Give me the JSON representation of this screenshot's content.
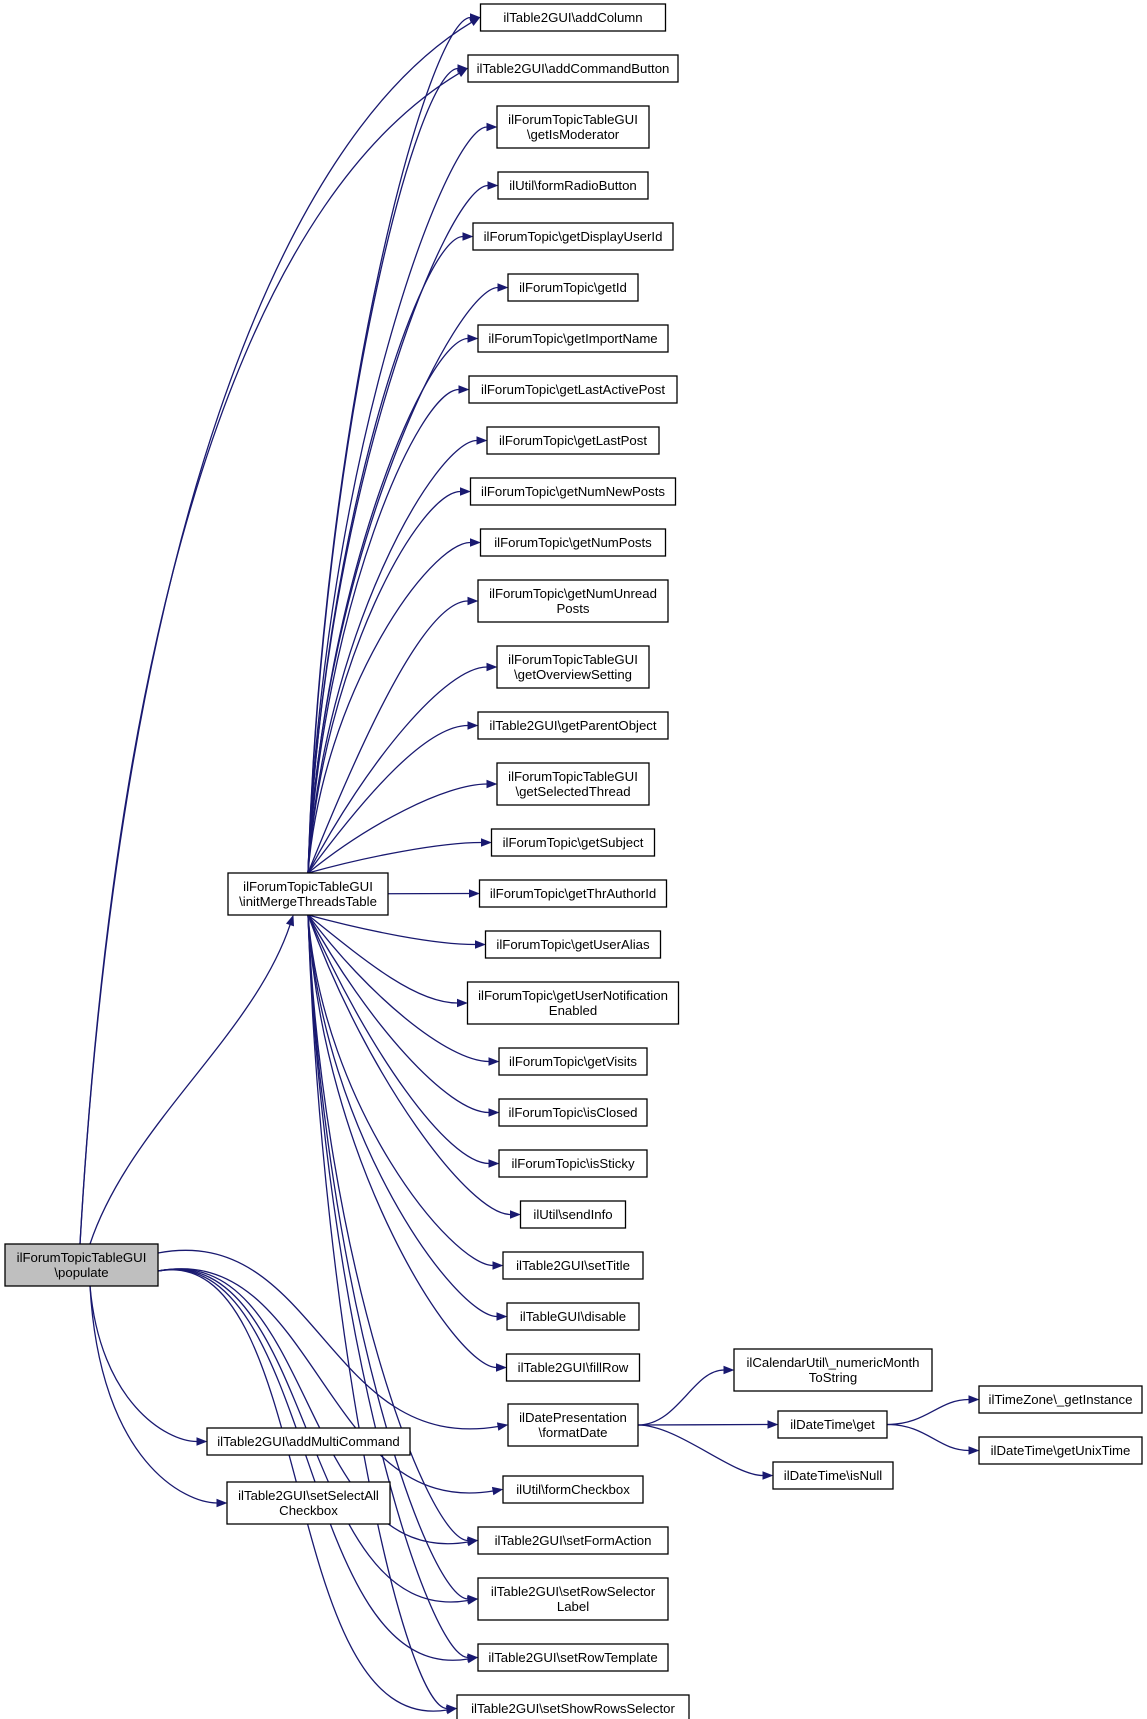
{
  "nodes": [
    {
      "id": "populate",
      "lines": [
        "ilForumTopicTableGUI",
        "\\populate"
      ],
      "root": true
    },
    {
      "id": "initMerge",
      "lines": [
        "ilForumTopicTableGUI",
        "\\initMergeThreadsTable"
      ]
    },
    {
      "id": "addMultiCommand",
      "lines": [
        "ilTable2GUI\\addMultiCommand"
      ]
    },
    {
      "id": "setSelectAll",
      "lines": [
        "ilTable2GUI\\setSelectAll",
        "Checkbox"
      ]
    },
    {
      "id": "addColumn",
      "lines": [
        "ilTable2GUI\\addColumn"
      ]
    },
    {
      "id": "addCommandButton",
      "lines": [
        "ilTable2GUI\\addCommandButton"
      ]
    },
    {
      "id": "getIsModerator",
      "lines": [
        "ilForumTopicTableGUI",
        "\\getIsModerator"
      ]
    },
    {
      "id": "formRadioButton",
      "lines": [
        "ilUtil\\formRadioButton"
      ]
    },
    {
      "id": "getDisplayUserId",
      "lines": [
        "ilForumTopic\\getDisplayUserId"
      ]
    },
    {
      "id": "getId",
      "lines": [
        "ilForumTopic\\getId"
      ]
    },
    {
      "id": "getImportName",
      "lines": [
        "ilForumTopic\\getImportName"
      ]
    },
    {
      "id": "getLastActivePost",
      "lines": [
        "ilForumTopic\\getLastActivePost"
      ]
    },
    {
      "id": "getLastPost",
      "lines": [
        "ilForumTopic\\getLastPost"
      ]
    },
    {
      "id": "getNumNewPosts",
      "lines": [
        "ilForumTopic\\getNumNewPosts"
      ]
    },
    {
      "id": "getNumPosts",
      "lines": [
        "ilForumTopic\\getNumPosts"
      ]
    },
    {
      "id": "getNumUnreadPosts",
      "lines": [
        "ilForumTopic\\getNumUnread",
        "Posts"
      ]
    },
    {
      "id": "getOverviewSetting",
      "lines": [
        "ilForumTopicTableGUI",
        "\\getOverviewSetting"
      ]
    },
    {
      "id": "getParentObject",
      "lines": [
        "ilTable2GUI\\getParentObject"
      ]
    },
    {
      "id": "getSelectedThread",
      "lines": [
        "ilForumTopicTableGUI",
        "\\getSelectedThread"
      ]
    },
    {
      "id": "getSubject",
      "lines": [
        "ilForumTopic\\getSubject"
      ]
    },
    {
      "id": "getThrAuthorId",
      "lines": [
        "ilForumTopic\\getThrAuthorId"
      ]
    },
    {
      "id": "getUserAlias",
      "lines": [
        "ilForumTopic\\getUserAlias"
      ]
    },
    {
      "id": "getUserNotificationEnabled",
      "lines": [
        "ilForumTopic\\getUserNotification",
        "Enabled"
      ]
    },
    {
      "id": "getVisits",
      "lines": [
        "ilForumTopic\\getVisits"
      ]
    },
    {
      "id": "isClosed",
      "lines": [
        "ilForumTopic\\isClosed"
      ]
    },
    {
      "id": "isSticky",
      "lines": [
        "ilForumTopic\\isSticky"
      ]
    },
    {
      "id": "sendInfo",
      "lines": [
        "ilUtil\\sendInfo"
      ]
    },
    {
      "id": "setTitle",
      "lines": [
        "ilTable2GUI\\setTitle"
      ]
    },
    {
      "id": "disable",
      "lines": [
        "ilTableGUI\\disable"
      ]
    },
    {
      "id": "fillRow",
      "lines": [
        "ilTable2GUI\\fillRow"
      ]
    },
    {
      "id": "formatDate",
      "lines": [
        "ilDatePresentation",
        "\\formatDate"
      ]
    },
    {
      "id": "formCheckbox",
      "lines": [
        "ilUtil\\formCheckbox"
      ]
    },
    {
      "id": "setFormAction",
      "lines": [
        "ilTable2GUI\\setFormAction"
      ]
    },
    {
      "id": "setRowSelectorLabel",
      "lines": [
        "ilTable2GUI\\setRowSelector",
        "Label"
      ]
    },
    {
      "id": "setRowTemplate",
      "lines": [
        "ilTable2GUI\\setRowTemplate"
      ]
    },
    {
      "id": "setShowRowsSelector",
      "lines": [
        "ilTable2GUI\\setShowRowsSelector"
      ]
    },
    {
      "id": "numericMonth",
      "lines": [
        "ilCalendarUtil\\_numericMonth",
        "ToString"
      ]
    },
    {
      "id": "dtGet",
      "lines": [
        "ilDateTime\\get"
      ]
    },
    {
      "id": "isNull",
      "lines": [
        "ilDateTime\\isNull"
      ]
    },
    {
      "id": "getInstance",
      "lines": [
        "ilTimeZone\\_getInstance"
      ]
    },
    {
      "id": "getUnixTime",
      "lines": [
        "ilDateTime\\getUnixTime"
      ]
    }
  ],
  "edges": [
    [
      "populate",
      "initMerge"
    ],
    [
      "populate",
      "addColumn"
    ],
    [
      "populate",
      "addCommandButton"
    ],
    [
      "populate",
      "addMultiCommand"
    ],
    [
      "populate",
      "setSelectAll"
    ],
    [
      "populate",
      "formatDate"
    ],
    [
      "populate",
      "formCheckbox"
    ],
    [
      "populate",
      "setFormAction"
    ],
    [
      "populate",
      "setRowSelectorLabel"
    ],
    [
      "populate",
      "setRowTemplate"
    ],
    [
      "populate",
      "setShowRowsSelector"
    ],
    [
      "initMerge",
      "addColumn"
    ],
    [
      "initMerge",
      "addCommandButton"
    ],
    [
      "initMerge",
      "getIsModerator"
    ],
    [
      "initMerge",
      "formRadioButton"
    ],
    [
      "initMerge",
      "getDisplayUserId"
    ],
    [
      "initMerge",
      "getId"
    ],
    [
      "initMerge",
      "getImportName"
    ],
    [
      "initMerge",
      "getLastActivePost"
    ],
    [
      "initMerge",
      "getLastPost"
    ],
    [
      "initMerge",
      "getNumNewPosts"
    ],
    [
      "initMerge",
      "getNumPosts"
    ],
    [
      "initMerge",
      "getNumUnreadPosts"
    ],
    [
      "initMerge",
      "getOverviewSetting"
    ],
    [
      "initMerge",
      "getParentObject"
    ],
    [
      "initMerge",
      "getSelectedThread"
    ],
    [
      "initMerge",
      "getSubject"
    ],
    [
      "initMerge",
      "getThrAuthorId"
    ],
    [
      "initMerge",
      "getUserAlias"
    ],
    [
      "initMerge",
      "getUserNotificationEnabled"
    ],
    [
      "initMerge",
      "getVisits"
    ],
    [
      "initMerge",
      "isClosed"
    ],
    [
      "initMerge",
      "isSticky"
    ],
    [
      "initMerge",
      "sendInfo"
    ],
    [
      "initMerge",
      "setTitle"
    ],
    [
      "initMerge",
      "disable"
    ],
    [
      "initMerge",
      "fillRow"
    ],
    [
      "initMerge",
      "setFormAction"
    ],
    [
      "initMerge",
      "setRowSelectorLabel"
    ],
    [
      "initMerge",
      "setRowTemplate"
    ],
    [
      "initMerge",
      "setShowRowsSelector"
    ],
    [
      "formatDate",
      "numericMonth"
    ],
    [
      "formatDate",
      "dtGet"
    ],
    [
      "formatDate",
      "isNull"
    ],
    [
      "dtGet",
      "getInstance"
    ],
    [
      "dtGet",
      "getUnixTime"
    ]
  ]
}
